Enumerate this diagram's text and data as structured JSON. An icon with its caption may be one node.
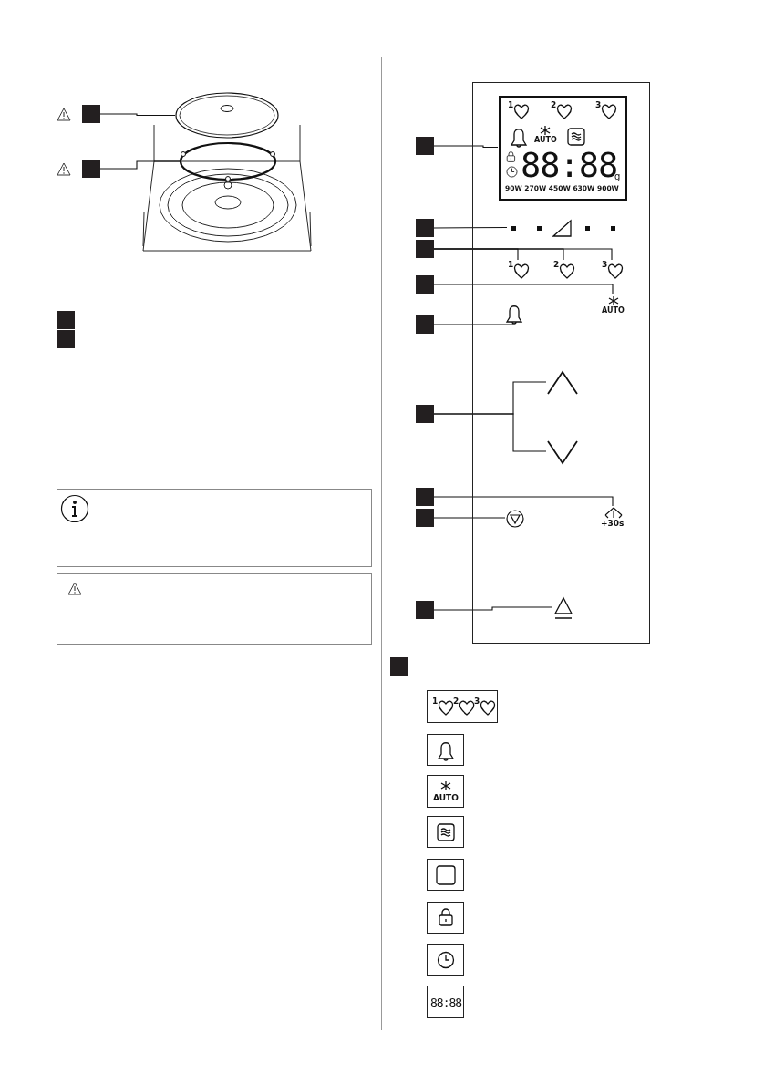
{
  "diagram": {
    "nodes": [
      {
        "text": [],
        "shape": "box"
      },
      {
        "text": [],
        "shape": "box"
      },
      {
        "text": [],
        "shape": "picture"
      },
      {
        "text": [],
        "shape": "picture"
      },
      {
        "text": [],
        "shape": "box"
      },
      {
        "text": [],
        "shape": "box"
      },
      {
        "text": [],
        "shape": "box"
      },
      {
        "text": [],
        "shape": "box"
      },
      {
        "text": [],
        "shape": "box"
      },
      {
        "text": [],
        "shape": "box"
      },
      {
        "text": [
          "1",
          "2",
          "3",
          "AUTO",
          "88:88",
          "g",
          "90W 270W 450W 630W 900W"
        ],
        "in": 8
      },
      {
        "text": [],
        "shape": "box"
      },
      {
        "text": [],
        "shape": "bar",
        "in": 8
      },
      {
        "text": [],
        "shape": "box"
      },
      {
        "text": [
          "1"
        ],
        "in": 8
      },
      {
        "text": [
          "2"
        ],
        "in": 8
      },
      {
        "text": [
          "3"
        ],
        "in": 8
      },
      {
        "text": [],
        "shape": "box"
      },
      {
        "text": [
          "AUTO"
        ],
        "in": 8
      },
      {
        "text": [],
        "shape": "box"
      },
      {
        "text": [],
        "shape": "bell",
        "in": 8
      },
      {
        "text": [],
        "shape": "box"
      },
      {
        "text": [],
        "shape": "chevron",
        "in": 8
      },
      {
        "text": [],
        "shape": "chevron",
        "in": 8
      },
      {
        "text": [],
        "shape": "box"
      },
      {
        "text": [
          "+30s"
        ],
        "in": 8
      },
      {
        "text": [],
        "shape": "box"
      },
      {
        "text": [],
        "shape": "circle",
        "in": 8
      },
      {
        "text": [],
        "shape": "box"
      },
      {
        "text": [],
        "shape": "triangle",
        "in": 8
      },
      {
        "text": [],
        "shape": "box"
      },
      {
        "text": [
          "1",
          "2",
          "3"
        ]
      },
      {
        "text": [],
        "shape": "box"
      },
      {
        "text": [
          "AUTO"
        ]
      },
      {
        "text": [],
        "shape": "box"
      },
      {
        "text": [],
        "shape": "box"
      },
      {
        "text": [],
        "shape": "box"
      },
      {
        "text": [],
        "shape": "box"
      },
      {
        "text": [
          "88:88"
        ]
      }
    ],
    "edges": [
      {
        "from": 0,
        "to": 2,
        "arrow": "none"
      },
      {
        "from": 1,
        "to": 3,
        "arrow": "none"
      },
      {
        "from": 9,
        "to": 10,
        "arrow": "none"
      },
      {
        "from": 11,
        "to": 12,
        "arrow": "none"
      },
      {
        "from": 13,
        "to": 14,
        "arrow": "none"
      },
      {
        "from": 13,
        "to": 15,
        "arrow": "none"
      },
      {
        "from": 13,
        "to": 16,
        "arrow": "none"
      },
      {
        "from": 17,
        "to": 18,
        "arrow": "none"
      },
      {
        "from": 19,
        "to": 20,
        "arrow": "none"
      },
      {
        "from": 21,
        "to": 22,
        "arrow": "none"
      },
      {
        "from": 21,
        "to": 23,
        "arrow": "none"
      },
      {
        "from": 24,
        "to": 25,
        "arrow": "none"
      },
      {
        "from": 26,
        "to": 27,
        "arrow": "none"
      },
      {
        "from": 28,
        "to": 29,
        "arrow": "none"
      }
    ]
  }
}
